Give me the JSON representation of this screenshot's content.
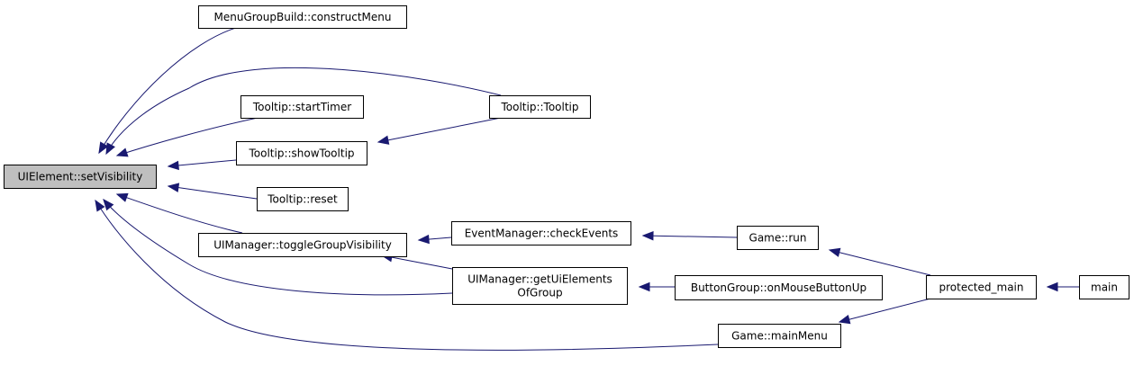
{
  "diagram": {
    "nodes": [
      {
        "id": "setVisibility",
        "lines": [
          "UIElement::setVisibility"
        ],
        "highlight": true
      },
      {
        "id": "constructMenu",
        "lines": [
          "MenuGroupBuild::constructMenu"
        ]
      },
      {
        "id": "startTimer",
        "lines": [
          "Tooltip::startTimer"
        ]
      },
      {
        "id": "showTooltip",
        "lines": [
          "Tooltip::showTooltip"
        ]
      },
      {
        "id": "reset",
        "lines": [
          "Tooltip::reset"
        ]
      },
      {
        "id": "toggleGroupVisibility",
        "lines": [
          "UIManager::toggleGroupVisibility"
        ]
      },
      {
        "id": "tooltipCtor",
        "lines": [
          "Tooltip::Tooltip"
        ]
      },
      {
        "id": "checkEvents",
        "lines": [
          "EventManager::checkEvents"
        ]
      },
      {
        "id": "getUiElementsOfGroup",
        "lines": [
          "UIManager::getUiElements",
          "OfGroup"
        ]
      },
      {
        "id": "mainMenu",
        "lines": [
          "Game::mainMenu"
        ]
      },
      {
        "id": "gameRun",
        "lines": [
          "Game::run"
        ]
      },
      {
        "id": "onMouseButtonUp",
        "lines": [
          "ButtonGroup::onMouseButtonUp"
        ]
      },
      {
        "id": "protectedMain",
        "lines": [
          "protected_main"
        ]
      },
      {
        "id": "main",
        "lines": [
          "main"
        ]
      }
    ],
    "edges": [
      {
        "from": "constructMenu",
        "to": "setVisibility"
      },
      {
        "from": "tooltipCtor",
        "to": "setVisibility"
      },
      {
        "from": "startTimer",
        "to": "setVisibility"
      },
      {
        "from": "showTooltip",
        "to": "setVisibility"
      },
      {
        "from": "reset",
        "to": "setVisibility"
      },
      {
        "from": "toggleGroupVisibility",
        "to": "setVisibility"
      },
      {
        "from": "getUiElementsOfGroup",
        "to": "setVisibility"
      },
      {
        "from": "mainMenu",
        "to": "setVisibility"
      },
      {
        "from": "tooltipCtor",
        "to": "showTooltip"
      },
      {
        "from": "checkEvents",
        "to": "toggleGroupVisibility"
      },
      {
        "from": "getUiElementsOfGroup",
        "to": "toggleGroupVisibility"
      },
      {
        "from": "gameRun",
        "to": "checkEvents"
      },
      {
        "from": "onMouseButtonUp",
        "to": "getUiElementsOfGroup"
      },
      {
        "from": "protectedMain",
        "to": "gameRun"
      },
      {
        "from": "protectedMain",
        "to": "mainMenu"
      },
      {
        "from": "main",
        "to": "protectedMain"
      }
    ]
  }
}
